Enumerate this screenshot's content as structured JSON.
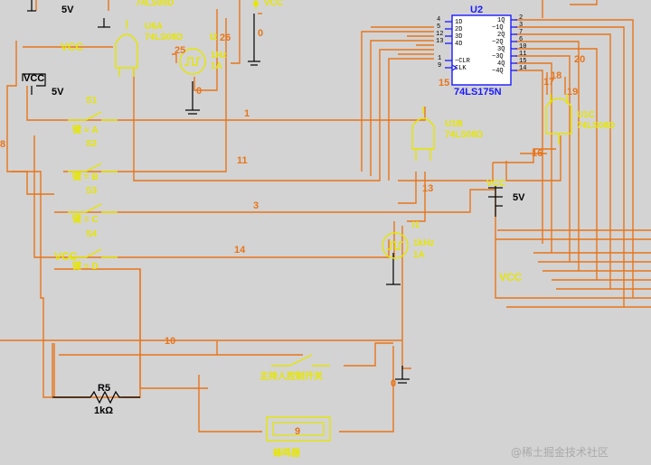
{
  "chip_u2": {
    "ref": "U2",
    "part": "74LS175N",
    "pins_left": [
      "1D",
      "2D",
      "3D",
      "4D",
      "~CLR",
      "CLK"
    ],
    "pins_left_nums": [
      "4",
      "5",
      "12",
      "13",
      "1",
      "9"
    ],
    "pins_right": [
      "1Q",
      "~1Q",
      "2Q",
      "~2Q",
      "3Q",
      "~3Q",
      "4Q",
      "~4Q"
    ],
    "pins_right_nums": [
      "2",
      "3",
      "7",
      "6",
      "10",
      "11",
      "15",
      "14"
    ]
  },
  "gates": {
    "u6a": {
      "ref": "U6A",
      "part": "74LS08D"
    },
    "u1b": {
      "ref": "U1B",
      "part": "74LS08D"
    },
    "u1c": {
      "ref": "U1C",
      "part": "74LS08D"
    },
    "top_partial": "74LS08D"
  },
  "sources": {
    "top_supply_voltage": "5V",
    "vcc_box": {
      "label": "VCC",
      "voltage": "5V"
    },
    "clock_a": {
      "freq": "1Hz",
      "amp": "1A",
      "ref": "I2"
    },
    "clock_b": {
      "freq": "1kHz",
      "amp": "1A",
      "ref": "I1"
    },
    "vcc_right": {
      "label": "VCC",
      "voltage": "5V"
    },
    "vcc_top_partial": "VCC"
  },
  "labels": {
    "vcc_left": "VCC",
    "vcc_bottom_left": "VCC",
    "vcc_bottom_right": "VCC",
    "r5_ref": "R5",
    "r5_value": "1kΩ"
  },
  "switches": {
    "s1": {
      "ref": "S1",
      "key": "键 = A"
    },
    "s2": {
      "ref": "S2",
      "key": "键 = B"
    },
    "s3": {
      "ref": "S3",
      "key": "键 = C"
    },
    "s4": {
      "ref": "S4",
      "key": "键 = D"
    }
  },
  "bottom": {
    "host_switch_label": "主持人控制开关",
    "buzzer_label": "蜂鸣器"
  },
  "nets": [
    "25",
    "26",
    "0",
    "1",
    "11",
    "3",
    "14",
    "13",
    "15",
    "16",
    "17",
    "18",
    "19",
    "20",
    "8",
    "10",
    "0",
    "9"
  ],
  "watermark": "@稀土掘金技术社区"
}
